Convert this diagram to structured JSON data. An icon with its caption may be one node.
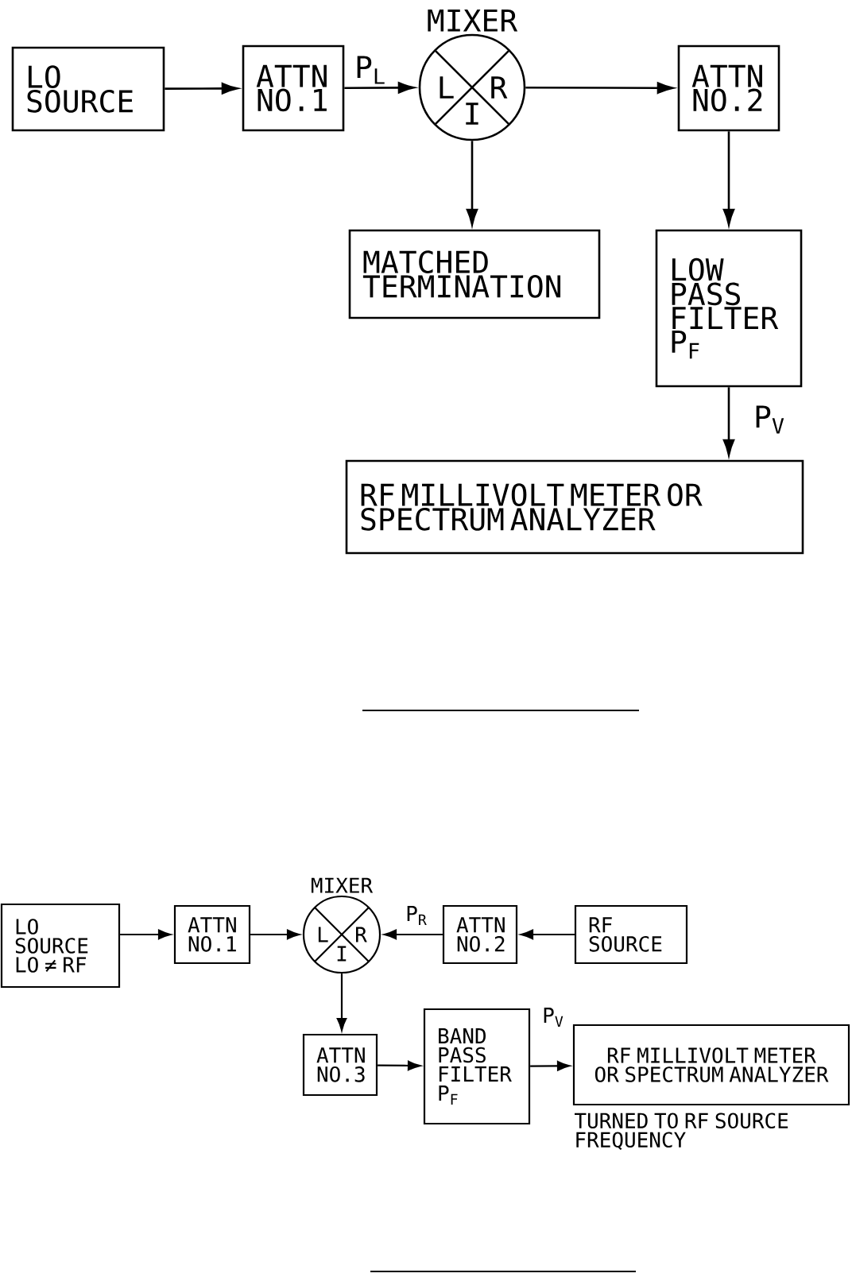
{
  "diagram": {
    "nodes": [
      {
        "text": [
          "LO SOURCE"
        ]
      },
      {
        "text": [
          "ATTN NO.1"
        ]
      },
      {
        "text": [
          "MIXER",
          "L",
          "R",
          "I"
        ]
      },
      {
        "text": [
          "ATTN NO.2"
        ]
      },
      {
        "text": [
          "MATCHED TERMINATION"
        ]
      },
      {
        "text": [
          "LOW PASS FILTER P$_{F}$"
        ]
      },
      {
        "text": [
          "RF MILLIVOLT METER OR SPECTRUM ANALYZER"
        ]
      },
      {
        "text": [
          "LO SOURCE LO ≠ RF"
        ]
      },
      {
        "text": [
          "ATTN NO.1"
        ]
      },
      {
        "text": [
          "MIXER",
          "L",
          "R",
          "I"
        ]
      },
      {
        "text": [
          "ATTN NO.2"
        ]
      },
      {
        "text": [
          "RF SOURCE"
        ]
      },
      {
        "text": [
          "ATTN NO.3"
        ]
      },
      {
        "text": [
          "BAND PASS FILTER P$_{F}$"
        ]
      },
      {
        "text": [
          "RF MILLIVOLT METER OR SPECTRUM ANALYZER"
        ],
        "beside": [
          "TURNED TO RF SOURCE FREQUENCY"
        ]
      }
    ],
    "edges": [
      {
        "from": 0,
        "to": 1,
        "arrow": "to"
      },
      {
        "from": 1,
        "to": 2,
        "arrow": "to",
        "label": "P$_{L}$"
      },
      {
        "from": 2,
        "to": 3,
        "arrow": "to"
      },
      {
        "from": 2,
        "to": 4,
        "arrow": "to"
      },
      {
        "from": 3,
        "to": 5,
        "arrow": "to"
      },
      {
        "from": 5,
        "to": 6,
        "arrow": "to",
        "label": "P$_{V}$"
      },
      {
        "from": 7,
        "to": 8,
        "arrow": "to"
      },
      {
        "from": 8,
        "to": 9,
        "arrow": "to"
      },
      {
        "from": 10,
        "to": 9,
        "arrow": "to",
        "label": "P$_{R}$"
      },
      {
        "from": 11,
        "to": 10,
        "arrow": "to"
      },
      {
        "from": 9,
        "to": 12,
        "arrow": "to"
      },
      {
        "from": 12,
        "to": 13,
        "arrow": "to"
      },
      {
        "from": 13,
        "to": 14,
        "arrow": "to",
        "label": "P$_{V}$"
      }
    ]
  }
}
